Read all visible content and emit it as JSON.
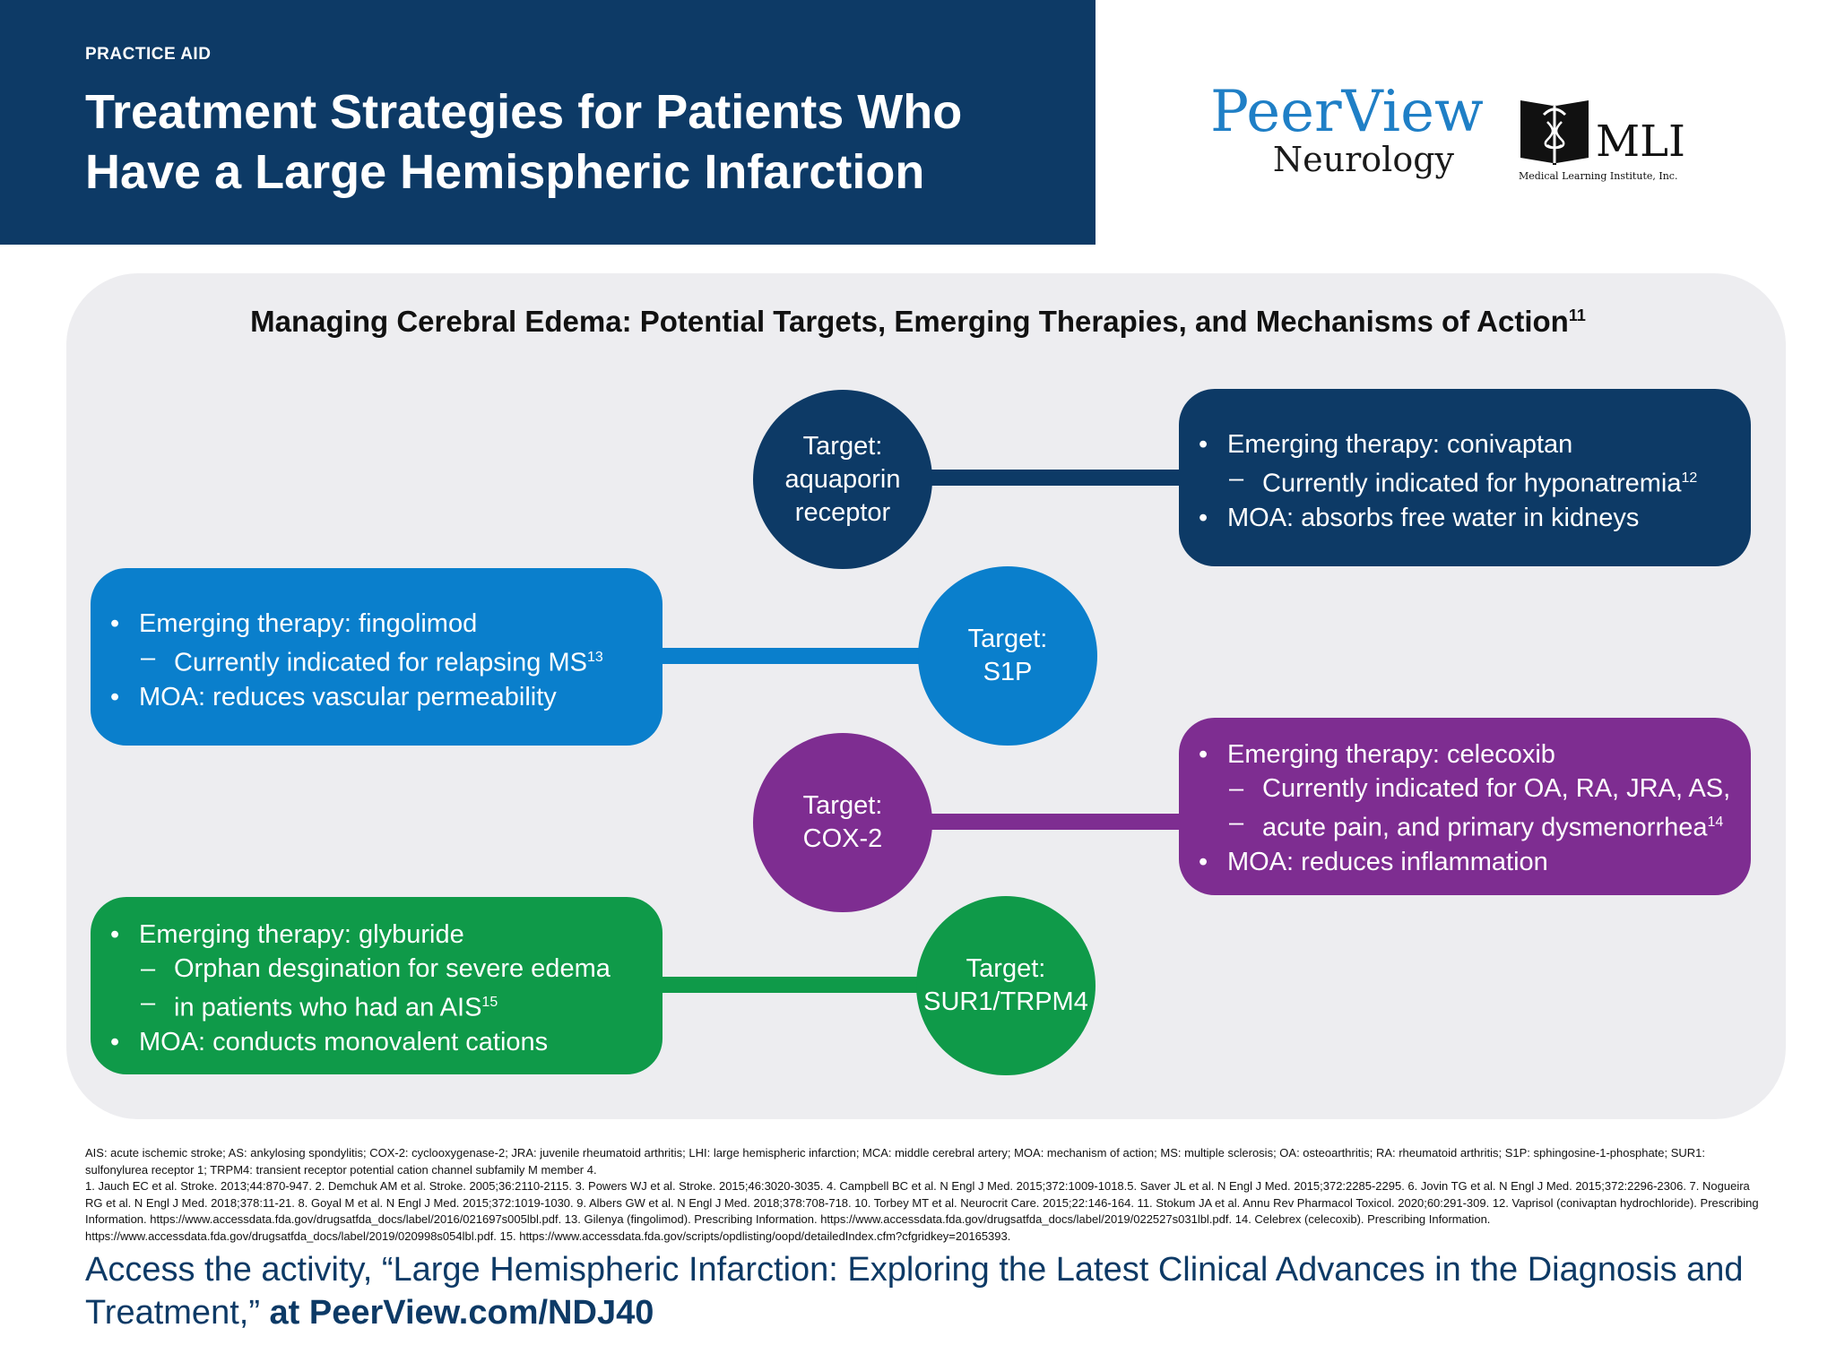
{
  "header": {
    "eyebrow": "PRACTICE AID",
    "title": "Treatment Strategies for Patients Who Have a Large Hemispheric Infarction"
  },
  "logos": {
    "peerview": {
      "main_left": "Peer",
      "main_right": "View",
      "sub": "Neurology"
    },
    "mli": {
      "name": "MLI",
      "caption": "Medical Learning Institute, Inc.",
      "icon": "book-caduceus-icon"
    }
  },
  "diagram": {
    "title": "Managing Cerebral Edema: Potential Targets, Emerging Therapies, and Mechanisms of Action",
    "title_ref": "11",
    "nodes": [
      {
        "target": [
          "Target:",
          "aquaporin",
          "receptor"
        ],
        "color": "#0d3a66",
        "therapy": "Emerging therapy: conivaptan",
        "indication": "Currently indicated for hyponatremia",
        "indication_ref": "12",
        "moa": "MOA: absorbs free water in kidneys"
      },
      {
        "target": [
          "Target:",
          "S1P"
        ],
        "color": "#0a7fcc",
        "therapy": "Emerging therapy: fingolimod",
        "indication": "Currently indicated for relapsing MS",
        "indication_ref": "13",
        "moa": "MOA: reduces vascular permeability"
      },
      {
        "target": [
          "Target:",
          "COX-2"
        ],
        "color": "#7e2d91",
        "therapy": "Emerging therapy: celecoxib",
        "indication": [
          "Currently indicated for OA, RA, JRA, AS,",
          "acute pain, and primary dysmenorrhea"
        ],
        "indication_ref": "14",
        "moa": "MOA: reduces inflammation"
      },
      {
        "target": [
          "Target:",
          "SUR1/TRPM4"
        ],
        "color": "#0f9a49",
        "therapy": "Emerging therapy: glyburide",
        "indication": [
          "Orphan desgination for severe edema",
          "in patients who had an AIS"
        ],
        "indication_ref": "15",
        "moa": "MOA: conducts monovalent cations"
      }
    ]
  },
  "footnotes": {
    "abbreviations": "AIS: acute ischemic stroke; AS: ankylosing spondylitis; COX-2: cyclooxygenase-2; JRA: juvenile rheumatoid arthritis; LHI: large hemispheric infarction; MCA: middle cerebral artery; MOA: mechanism of action; MS: multiple sclerosis; OA: osteoarthritis; RA: rheumatoid arthritis; S1P: sphingosine-1-phosphate; SUR1: sulfonylurea receptor 1; TRPM4: transient receptor potential cation channel subfamily M member 4.",
    "references": "1. Jauch EC et al. Stroke. 2013;44:870-947. 2. Demchuk AM et al. Stroke. 2005;36:2110-2115. 3. Powers WJ et al. Stroke. 2015;46:3020-3035. 4. Campbell BC et al. N Engl J Med. 2015;372:1009-1018.5. Saver JL et al. N Engl J Med. 2015;372:2285-2295. 6. Jovin TG et al. N Engl J Med. 2015;372:2296-2306. 7. Nogueira RG et al. N Engl J Med. 2018;378:11-21. 8. Goyal M et al. N Engl J Med. 2015;372:1019-1030. 9. Albers GW et al. N Engl J Med. 2018;378:708-718. 10. Torbey MT et al. Neurocrit Care. 2015;22:146-164. 11. Stokum JA et al. Annu Rev Pharmacol Toxicol. 2020;60:291-309. 12. Vaprisol (conivaptan hydrochloride). Prescribing Information. https://www.accessdata.fda.gov/drugsatfda_docs/label/2016/021697s005lbl.pdf. 13. Gilenya (fingolimod). Prescribing Information. https://www.accessdata.fda.gov/drugsatfda_docs/label/2019/022527s031lbl.pdf. 14. Celebrex (celecoxib). Prescribing Information. https://www.accessdata.fda.gov/drugsatfda_docs/label/2019/020998s054lbl.pdf. 15. https://www.accessdata.fda.gov/scripts/opdlisting/oopd/detailedIndex.cfm?cfgridkey=20165393."
  },
  "cta": {
    "text": "Access the activity, “Large Hemispheric Infarction: Exploring the Latest Clinical Advances in the Diagnosis and Treatment,”",
    "url_prefix": "at",
    "url": "PeerView.com/NDJ40"
  }
}
